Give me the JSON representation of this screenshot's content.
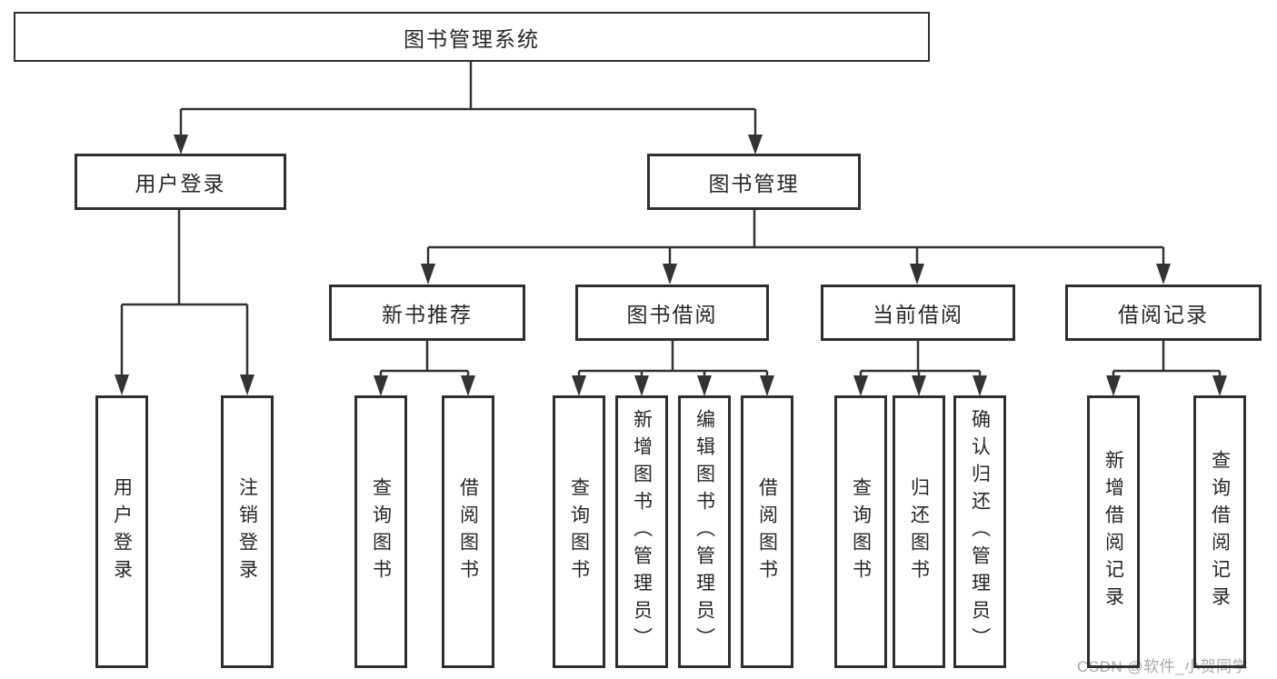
{
  "diagram": {
    "root": "图书管理系统",
    "login": {
      "label": "用户登录",
      "children": [
        "用户登录",
        "注销登录"
      ]
    },
    "manage": {
      "label": "图书管理",
      "sections": [
        {
          "label": "新书推荐",
          "children": [
            "查询图书",
            "借阅图书"
          ]
        },
        {
          "label": "图书借阅",
          "children": [
            "查询图书",
            "新增图书（管理员）",
            "编辑图书（管理员）",
            "借阅图书"
          ]
        },
        {
          "label": "当前借阅",
          "children": [
            "查询图书",
            "归还图书",
            "确认归还（管理员）"
          ]
        },
        {
          "label": "借阅记录",
          "children": [
            "新增借阅记录",
            "查询借阅记录"
          ]
        }
      ]
    },
    "watermark": "CSDN @软件_小贺同学",
    "colors": {
      "line": "#333333",
      "box_border": "#2e2e2e",
      "text": "#262626",
      "watermark": "#a8a8a8",
      "background": "#ffffff"
    }
  }
}
